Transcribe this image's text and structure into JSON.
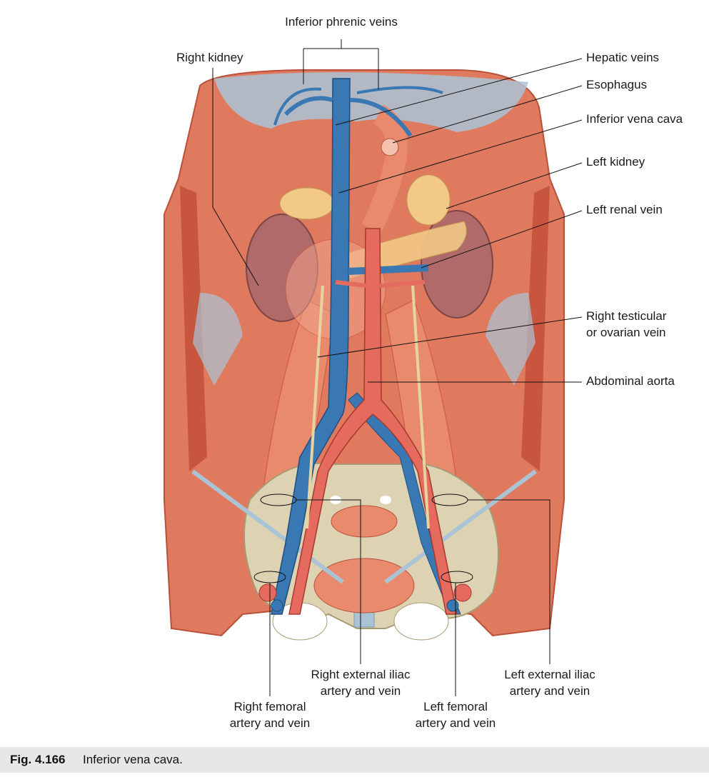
{
  "labels": {
    "inferior_phrenic_veins": "Inferior phrenic veins",
    "right_kidney": "Right kidney",
    "hepatic_veins": "Hepatic veins",
    "esophagus": "Esophagus",
    "inferior_vena_cava": "Inferior vena cava",
    "left_kidney": "Left kidney",
    "left_renal_vein": "Left renal vein",
    "right_testicular_line1": "Right testicular",
    "right_testicular_line2": "or ovarian vein",
    "abdominal_aorta": "Abdominal aorta",
    "right_external_iliac_line1": "Right external iliac",
    "right_external_iliac_line2": "artery and vein",
    "left_external_iliac_line1": "Left external iliac",
    "left_external_iliac_line2": "artery and vein",
    "right_femoral_line1": "Right femoral",
    "right_femoral_line2": "artery and vein",
    "left_femoral_line1": "Left femoral",
    "left_femoral_line2": "artery and vein"
  },
  "caption": {
    "number": "Fig. 4.166",
    "text": "Inferior vena cava."
  },
  "colors": {
    "muscle": "#e07a5f",
    "muscle_dark": "#c8553d",
    "diaphragm_tendon": "#aac4d6",
    "vein": "#3a78b4",
    "artery": "#e56b5f",
    "kidney": "#b06a6a",
    "bone": "#ddd3b3",
    "gland": "#f2c987",
    "caption_bg": "#e6e7e8"
  }
}
